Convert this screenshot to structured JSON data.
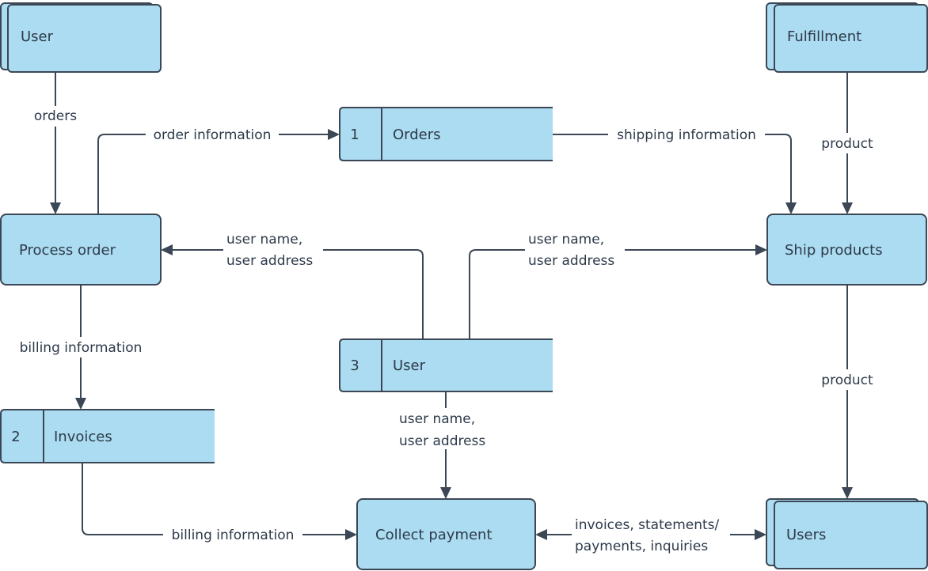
{
  "nodes": {
    "user_entity": "User",
    "fulfillment": "Fulfillment",
    "orders_store_id": "1",
    "orders_store": "Orders",
    "process_order": "Process order",
    "ship_products": "Ship products",
    "user_store_id": "3",
    "user_store": "User",
    "invoices_store_id": "2",
    "invoices_store": "Invoices",
    "collect_payment": "Collect payment",
    "users_entity": "Users"
  },
  "flows": {
    "orders": "orders",
    "order_information": "order information",
    "shipping_information": "shipping information",
    "product_top": "product",
    "user_to_process_line1": "user name,",
    "user_to_process_line2": "user address",
    "user_to_ship_line1": "user name,",
    "user_to_ship_line2": "user address",
    "billing_information_top": "billing information",
    "product_bottom": "product",
    "user_to_collect_line1": "user name,",
    "user_to_collect_line2": "user address",
    "billing_information_bottom": "billing information",
    "invoices_line1": "invoices, statements/",
    "invoices_line2": "payments, inquiries"
  },
  "colors": {
    "fill": "#acdcf1",
    "stroke": "#3b4755",
    "text": "#2d3a4a"
  }
}
